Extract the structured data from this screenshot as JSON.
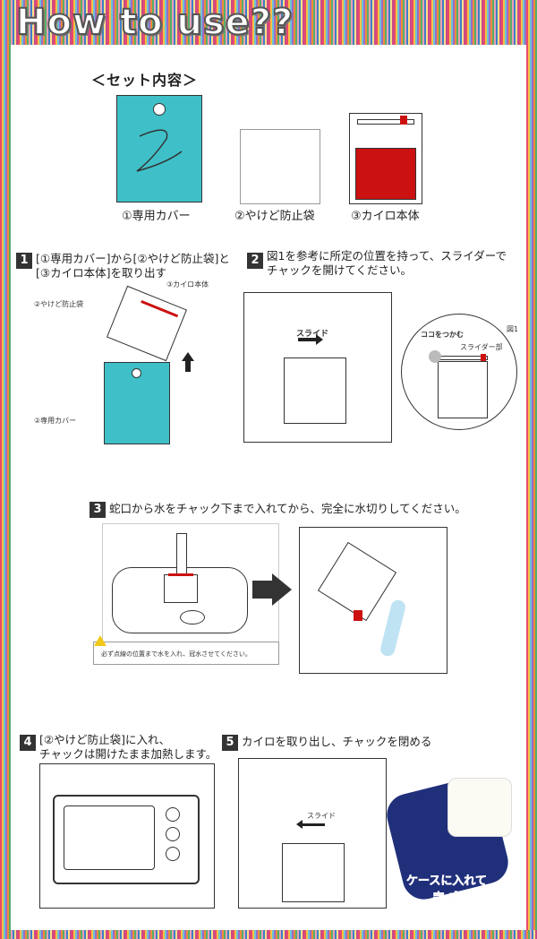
{
  "header": {
    "title": "How to use??"
  },
  "set": {
    "title": "＜セット内容＞",
    "items": [
      {
        "label": "①専用カバー"
      },
      {
        "label": "②やけど防止袋"
      },
      {
        "label": "③カイロ本体"
      }
    ]
  },
  "steps": [
    {
      "num": "1",
      "text_line1": "[①専用カバー]から[②やけど防止袋]と",
      "text_line2": "[③カイロ本体]を取り出す",
      "labels": {
        "heater": "③カイロ本体",
        "bag": "②やけど防止袋",
        "cover": "②専用カバー"
      }
    },
    {
      "num": "2",
      "text_line1": "図1を参考に所定の位置を持って、スライダーで",
      "text_line2": "チャックを開けてください。",
      "labels": {
        "slide": "スライド",
        "grab": "ココをつかむ",
        "slider_part": "スライダー部",
        "fig": "図1"
      }
    },
    {
      "num": "3",
      "text_line1": "蛇口から水をチャック下まで入れてから、完全に水切りしてください。",
      "labels": {
        "warning": "必ず点線の位置まで水を入れ、冠水させてください。"
      }
    },
    {
      "num": "4",
      "text_line1": "[②やけど防止袋]に入れ、",
      "text_line2": "チャックは開けたまま加熱します。"
    },
    {
      "num": "5",
      "text_line1": "カイロを取り出し、チャックを閉める",
      "labels": {
        "slide": "スライド",
        "finish_line1": "ケースに入れて",
        "finish_line2": "完 成"
      }
    }
  ],
  "colors": {
    "teal": "#3fc0c8",
    "red": "#cc1111",
    "navy": "#1f2f7a",
    "pink": "#ff7fb0"
  }
}
